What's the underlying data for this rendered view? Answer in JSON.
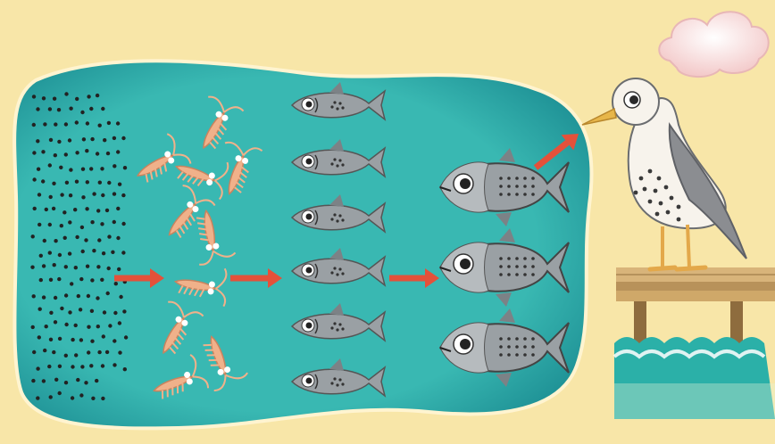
{
  "diagram": {
    "stages": [
      {
        "name": "plankton-dots"
      },
      {
        "name": "krill"
      },
      {
        "name": "small-fish"
      },
      {
        "name": "large-fish"
      },
      {
        "name": "seagull"
      }
    ],
    "colors": {
      "background": "#f8e6a8",
      "water": "#39b8b2",
      "water_dark": "#1d8f94",
      "arrow": "#e4513a",
      "krill": "#f0b18a",
      "fish": "#9aa0a4",
      "bird_gray": "#8b8d91",
      "pier": "#c9a469"
    }
  }
}
